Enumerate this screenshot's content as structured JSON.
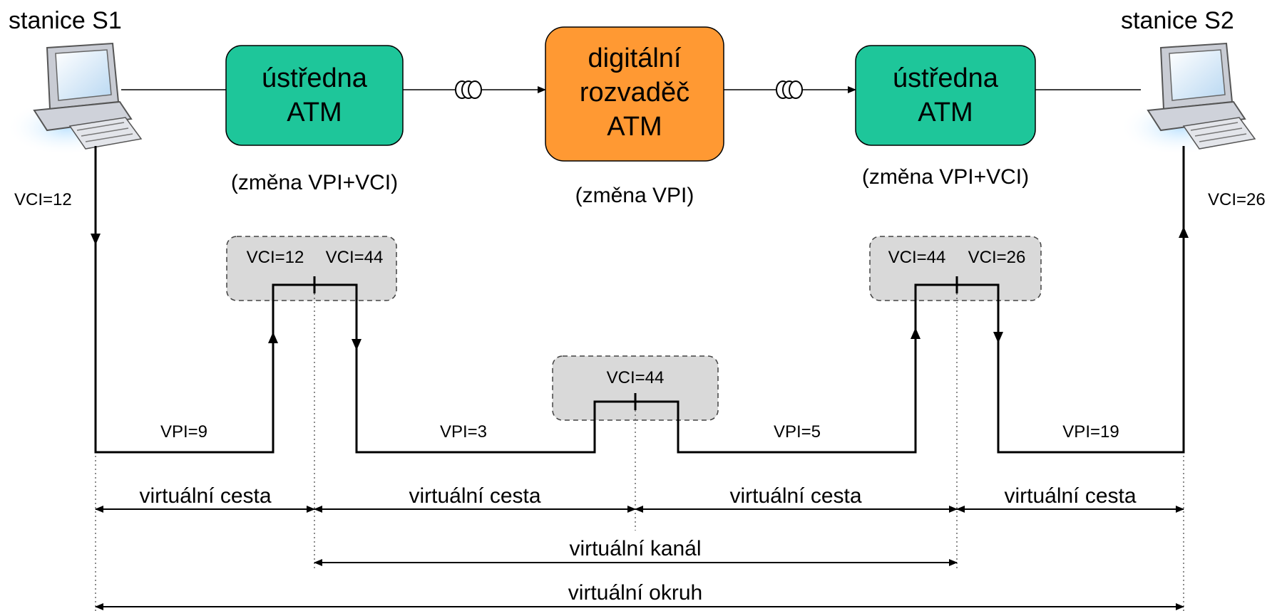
{
  "stations": {
    "s1": {
      "label": "stanice S1",
      "icon": "computer-icon"
    },
    "s2": {
      "label": "stanice S2",
      "icon": "computer-icon"
    }
  },
  "nodes": {
    "switch1": {
      "line1": "ústředna",
      "line2": "ATM",
      "note": "(změna VPI+VCI)",
      "color": "#1ec69a"
    },
    "crossconnect": {
      "line1": "digitální",
      "line2": "rozvaděč",
      "line3": "ATM",
      "note": "(změna VPI)",
      "color": "#ff9933"
    },
    "switch2": {
      "line1": "ústředna",
      "line2": "ATM",
      "note": "(změna VPI+VCI)",
      "color": "#1ec69a"
    }
  },
  "links": {
    "fiber_icon": "fiber-coil-icon"
  },
  "vci": {
    "s1": "VCI=12",
    "s2": "VCI=26",
    "box1": {
      "in": "VCI=12",
      "out": "VCI=44"
    },
    "box2": "VCI=44",
    "box3": {
      "in": "VCI=44",
      "out": "VCI=26"
    }
  },
  "vpi": [
    "VPI=9",
    "VPI=3",
    "VPI=5",
    "VPI=19"
  ],
  "spans": {
    "path": [
      "virtuální cesta",
      "virtuální cesta",
      "virtuální cesta",
      "virtuální cesta"
    ],
    "channel": "virtuální kanál",
    "circuit": "virtuální okruh"
  },
  "colors": {
    "switch": "#1ec69a",
    "crossconnect": "#ff9933",
    "vci_box": "#d9d9d9"
  }
}
